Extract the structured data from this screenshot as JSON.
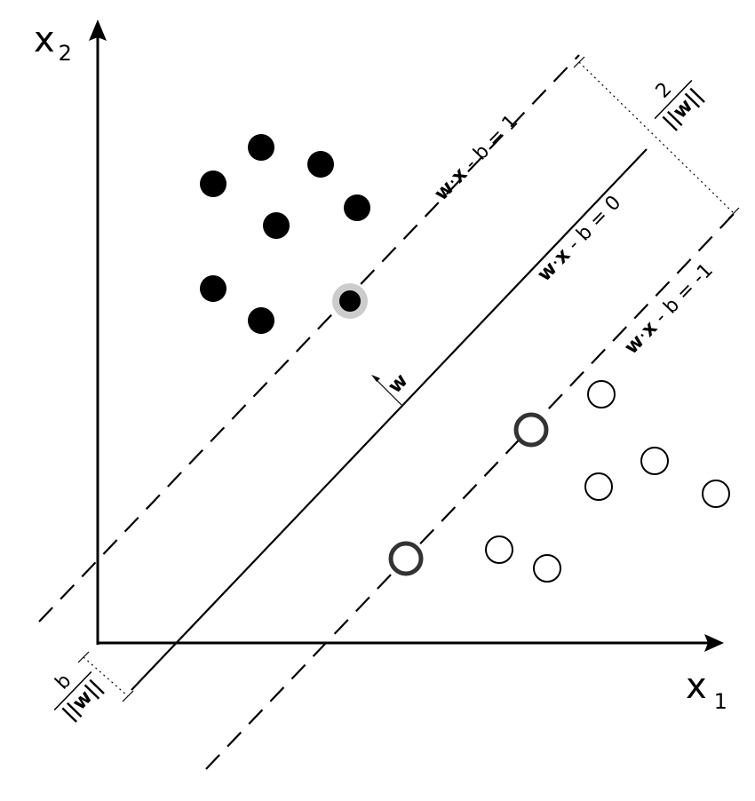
{
  "axes": {
    "x_label": "x",
    "x_sub": "1",
    "y_label": "x",
    "y_sub": "2"
  },
  "hyperplanes": {
    "upper": {
      "w": "w",
      "dot": "·",
      "x": "x",
      "rest": " - b = 1"
    },
    "middle": {
      "w": "w",
      "dot": "·",
      "x": "x",
      "rest": " - b = 0"
    },
    "lower": {
      "w": "w",
      "dot": "·",
      "x": "x",
      "rest": " - b = -1"
    }
  },
  "normal_vector_label": "w",
  "margin": {
    "numerator": "2",
    "denominator": "||w||"
  },
  "offset": {
    "numerator": "b",
    "denominator": "||w||"
  },
  "colors": {
    "class_positive": "#000000",
    "class_negative": "#ffffff",
    "support_vector_halo": "#cccccc",
    "support_vector_ring": "#333333"
  },
  "points": {
    "filled": [
      [
        294,
        166
      ],
      [
        361,
        185
      ],
      [
        240,
        207
      ],
      [
        402,
        234
      ],
      [
        311,
        254
      ],
      [
        240,
        325
      ],
      [
        294,
        361
      ]
    ],
    "filled_support": [
      [
        394,
        339
      ]
    ],
    "hollow": [
      [
        677,
        444
      ],
      [
        737,
        519
      ],
      [
        674,
        548
      ],
      [
        806,
        556
      ],
      [
        562,
        619
      ],
      [
        616,
        640
      ]
    ],
    "hollow_support": [
      [
        598,
        484
      ],
      [
        457,
        629
      ]
    ]
  }
}
